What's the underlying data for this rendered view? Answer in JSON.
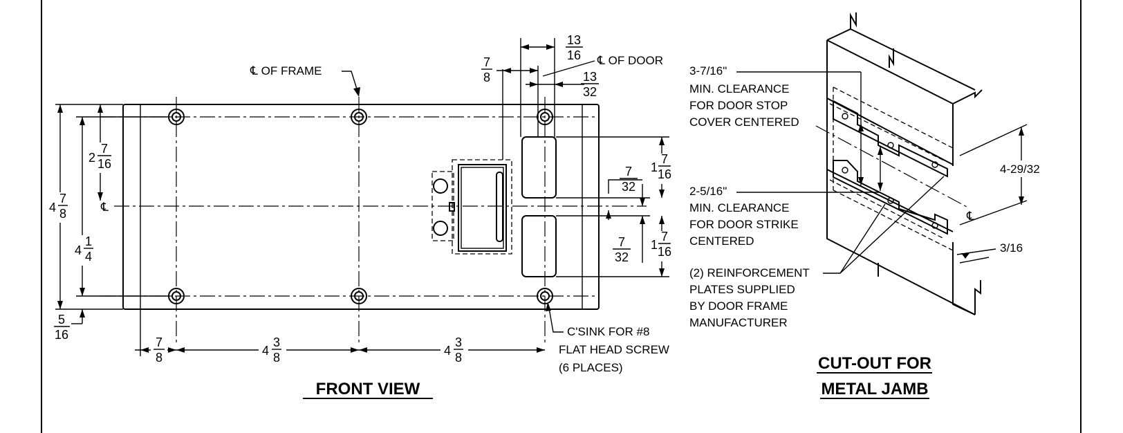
{
  "front_view": {
    "title": "FRONT VIEW",
    "cl_frame": "℄ OF FRAME",
    "cl_door": "℄ OF DOOR",
    "cl_center": "℄",
    "overall_height": {
      "whole": "4",
      "num": "7",
      "den": "8"
    },
    "hole_spacing_v": {
      "whole": "4",
      "num": "1",
      "den": "4"
    },
    "top_to_center": {
      "whole": "2",
      "num": "7",
      "den": "16"
    },
    "bottom_edge": {
      "num": "5",
      "den": "16"
    },
    "left_edge": {
      "num": "7",
      "den": "8"
    },
    "hole_spacing_h1": {
      "whole": "4",
      "num": "3",
      "den": "8"
    },
    "hole_spacing_h2": {
      "whole": "4",
      "num": "3",
      "den": "8"
    },
    "door_offset": {
      "num": "7",
      "den": "8"
    },
    "width_13_16": {
      "num": "13",
      "den": "16"
    },
    "width_13_32": {
      "num": "13",
      "den": "32"
    },
    "gap_top": {
      "num": "7",
      "den": "32"
    },
    "gap_bottom": {
      "num": "7",
      "den": "32"
    },
    "slot_upper": {
      "whole": "1",
      "num": "7",
      "den": "16"
    },
    "slot_lower": {
      "whole": "1",
      "num": "7",
      "den": "16"
    },
    "csink_note": [
      "C'SINK FOR #8",
      "FLAT HEAD SCREW",
      "(6 PLACES)"
    ]
  },
  "cutout": {
    "title_line1": "CUT-OUT FOR",
    "title_line2": "METAL JAMB",
    "stop_note": [
      "3-7/16\"",
      "MIN. CLEARANCE",
      "FOR DOOR STOP",
      "COVER CENTERED"
    ],
    "strike_note": [
      "2-5/16\"",
      "MIN. CLEARANCE",
      "FOR DOOR STRIKE",
      "CENTERED"
    ],
    "plates_note": [
      "(2) REINFORCEMENT",
      "PLATES SUPPLIED",
      "BY DOOR FRAME",
      "MANUFACTURER"
    ],
    "dim_height": "4-29/32",
    "dim_thick": "3/16",
    "cl_mark": "℄"
  }
}
